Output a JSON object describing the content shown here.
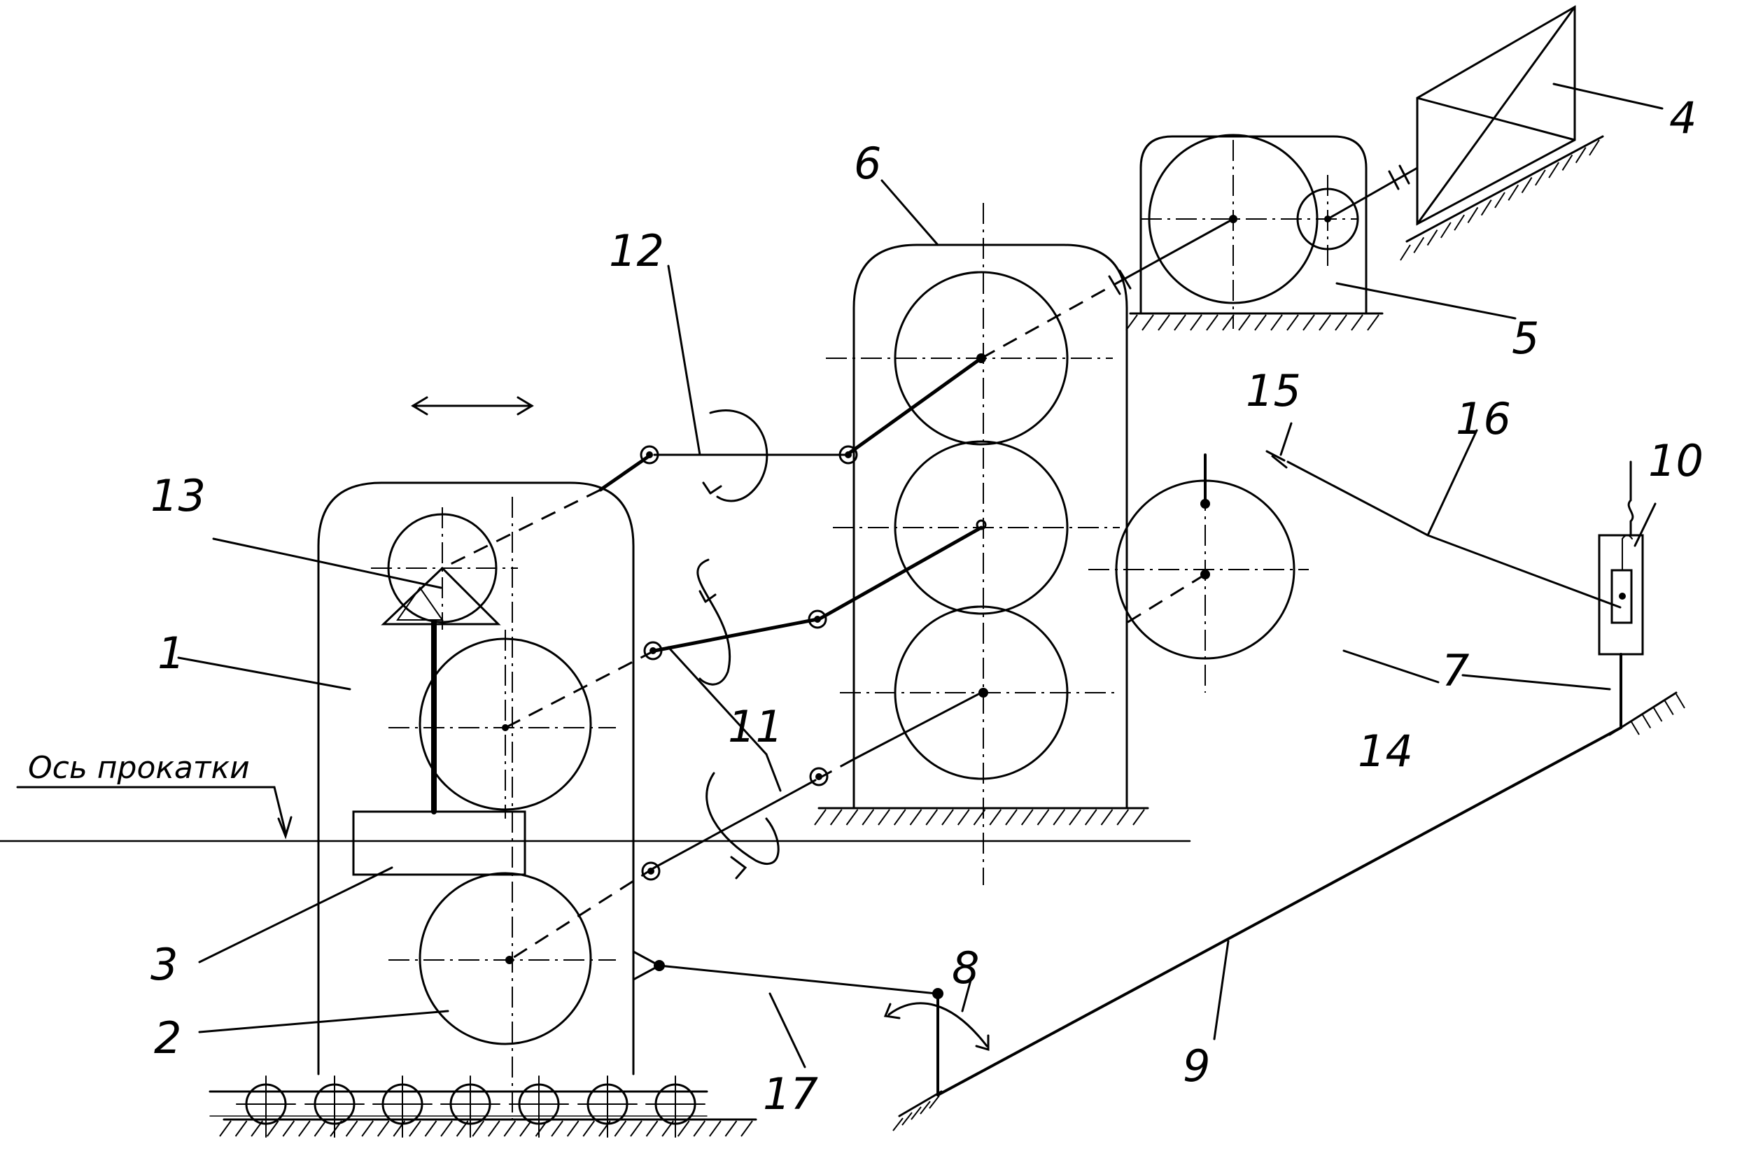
{
  "labels": {
    "n1": "1",
    "n2": "2",
    "n3": "3",
    "n4": "4",
    "n5": "5",
    "n6": "6",
    "n7": "7",
    "n8": "8",
    "n9": "9",
    "n10": "10",
    "n11": "11",
    "n12": "12",
    "n13": "13",
    "n14": "14",
    "n15": "15",
    "n16": "16",
    "n17": "17"
  },
  "rolling_axis_label": "Ось прокатки"
}
